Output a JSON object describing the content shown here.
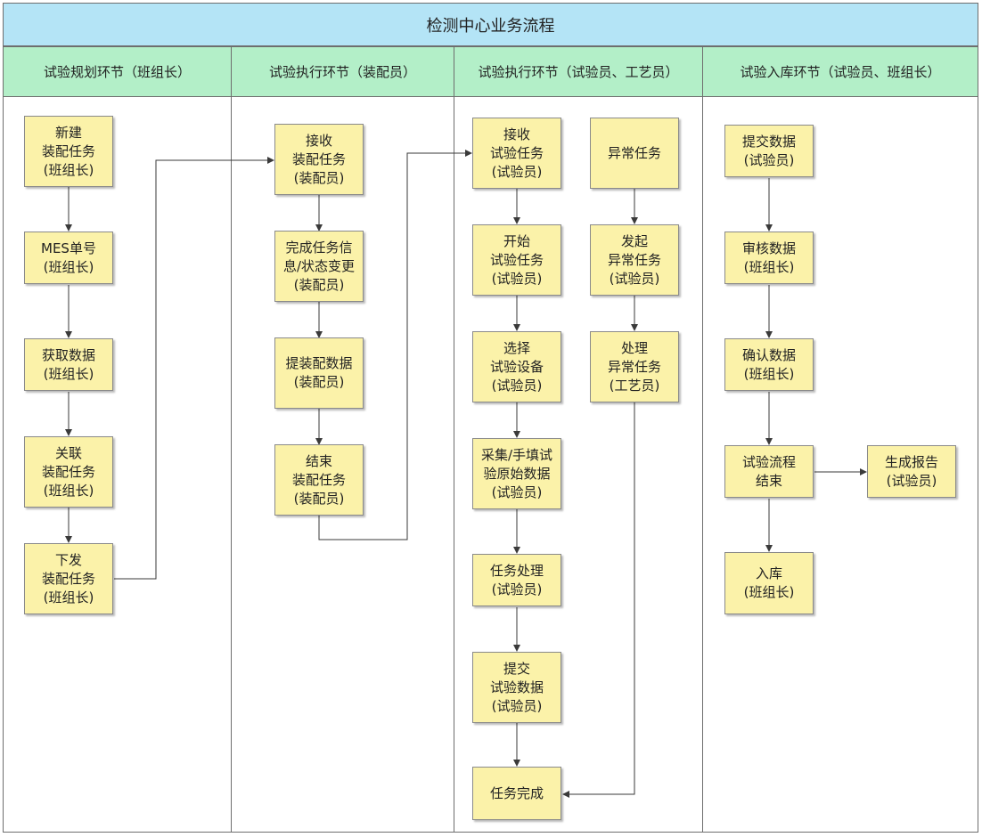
{
  "title": "检测中心业务流程",
  "colors": {
    "title_bg": "#b4e4f6",
    "lane_header_bg": "#b3efc8",
    "box_bg": "#fbf2a9",
    "line": "#3a3a3a"
  },
  "lanes": [
    {
      "label": "试验规划环节（班组长）"
    },
    {
      "label": "试验执行环节（装配员）"
    },
    {
      "label": "试验执行环节（试验员、工艺员）"
    },
    {
      "label": "试验入库环节（试验员、班组长）"
    }
  ],
  "steps": {
    "new_task": "新建\n装配任务\n(班组长)",
    "mes_no": "MES单号\n(班组长)",
    "fetch_data": "获取数据\n(班组长)",
    "link_task": "关联\n装配任务\n(班组长)",
    "issue_task": "下发\n装配任务\n(班组长)",
    "receive_assembly": "接收\n装配任务\n(装配员)",
    "complete_info": "完成任务信\n息/状态变更\n(装配员)",
    "submit_assembly_data": "提装配数据\n(装配员)",
    "end_assembly": "结束\n装配任务\n(装配员)",
    "receive_test": "接收\n试验任务\n(试验员)",
    "start_test": "开始\n试验任务\n(试验员)",
    "select_equipment": "选择\n试验设备\n(试验员)",
    "collect_data": "采集/手填试\n验原始数据\n(试验员)",
    "task_processing": "任务处理\n(试验员)",
    "submit_test_data": "提交\n试验数据\n(试验员)",
    "task_complete": "任务完成",
    "abnormal_task": "异常任务",
    "raise_abnormal": "发起\n异常任务\n(试验员)",
    "handle_abnormal": "处理\n异常任务\n(工艺员)",
    "submit_data": "提交数据\n(试验员)",
    "review_data": "审核数据\n(班组长)",
    "confirm_data": "确认数据\n(班组长)",
    "flow_end": "试验流程\n结束",
    "generate_report": "生成报告\n(试验员)",
    "storage": "入库\n(班组长)"
  }
}
